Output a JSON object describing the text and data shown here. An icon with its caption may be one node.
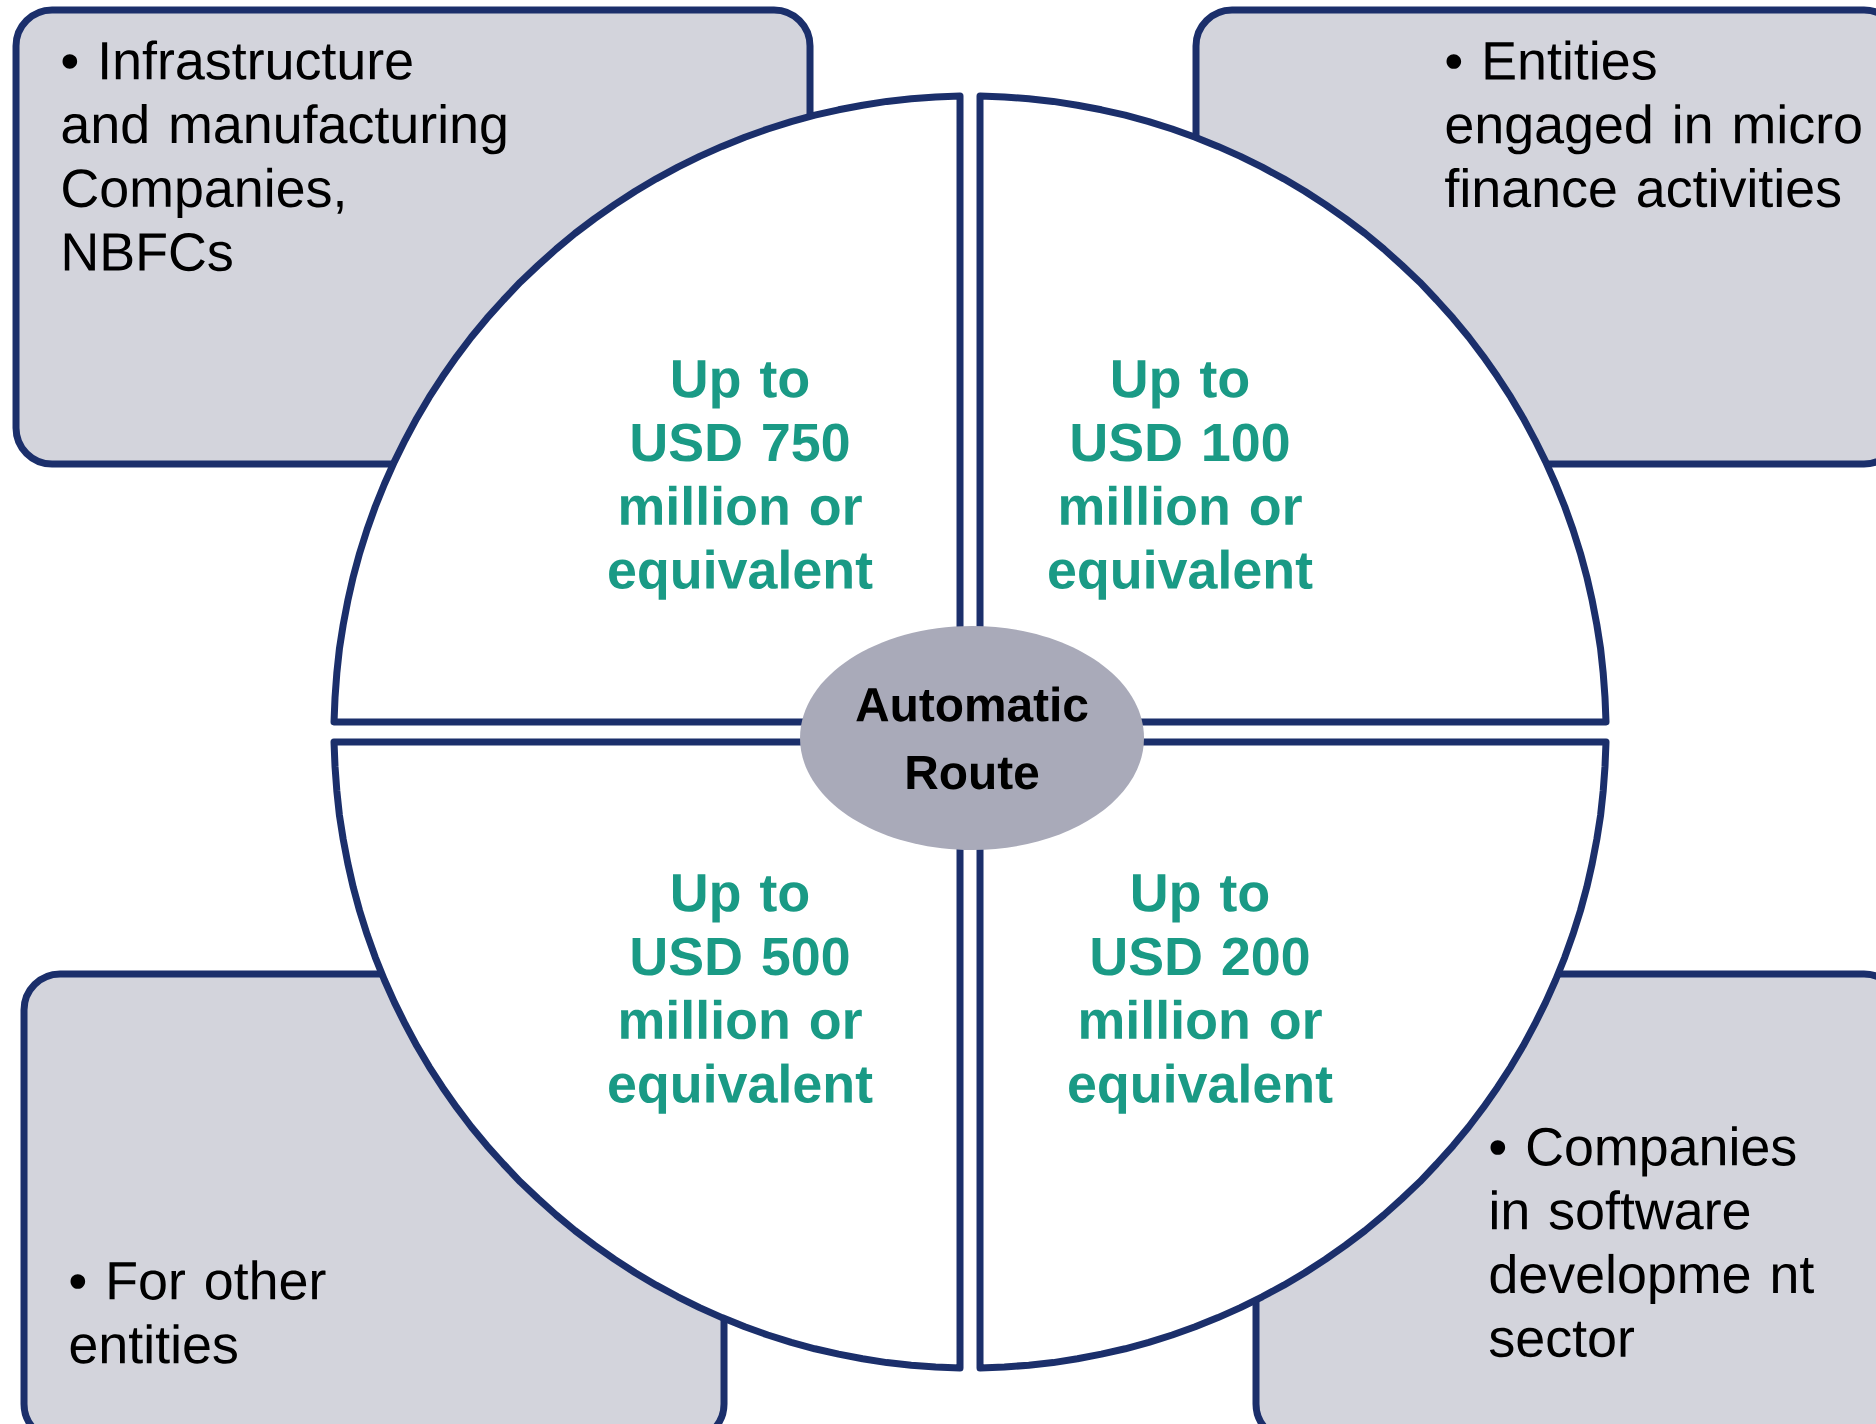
{
  "diagram": {
    "nodes": [
      {
        "text": [
          "• Infrastructure and manufacturing Companies, NBFCs"
        ]
      },
      {
        "text": [
          "• Entities engaged in micro finance activities"
        ]
      },
      {
        "text": [
          "• For other entities"
        ]
      },
      {
        "text": [
          "• Companies in software developme nt sector"
        ]
      },
      {
        "text": [
          "Up to USD 750 million or equivalent"
        ]
      },
      {
        "text": [
          "Up to USD 100 million or equivalent"
        ]
      },
      {
        "text": [
          "Up to USD 500 million or equivalent"
        ]
      },
      {
        "text": [
          "Up to USD 200 million or equivalent"
        ]
      },
      {
        "text": [
          "Automatic Route"
        ]
      }
    ]
  }
}
